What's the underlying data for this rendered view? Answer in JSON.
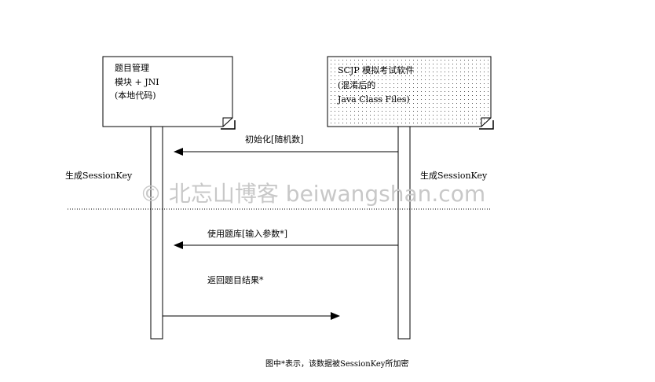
{
  "left_note": {
    "line1": "题目管理",
    "line2": "模块 + JNI",
    "line3": "(本地代码)"
  },
  "right_note": {
    "line1": "SCJP 模拟考试软件",
    "line2": "(混淆后的",
    "line3": "Java Class Files)"
  },
  "messages": {
    "init": "初始化[随机数]",
    "use_db": "使用题库[输入参数*]",
    "return_result": "返回题目结果*"
  },
  "session_key": {
    "left": "生成SessionKey",
    "right": "生成SessionKey"
  },
  "footnote": "图中*表示，该数据被SessionKey所加密",
  "watermark": "© 北忘山博客 beiwangshan.com"
}
